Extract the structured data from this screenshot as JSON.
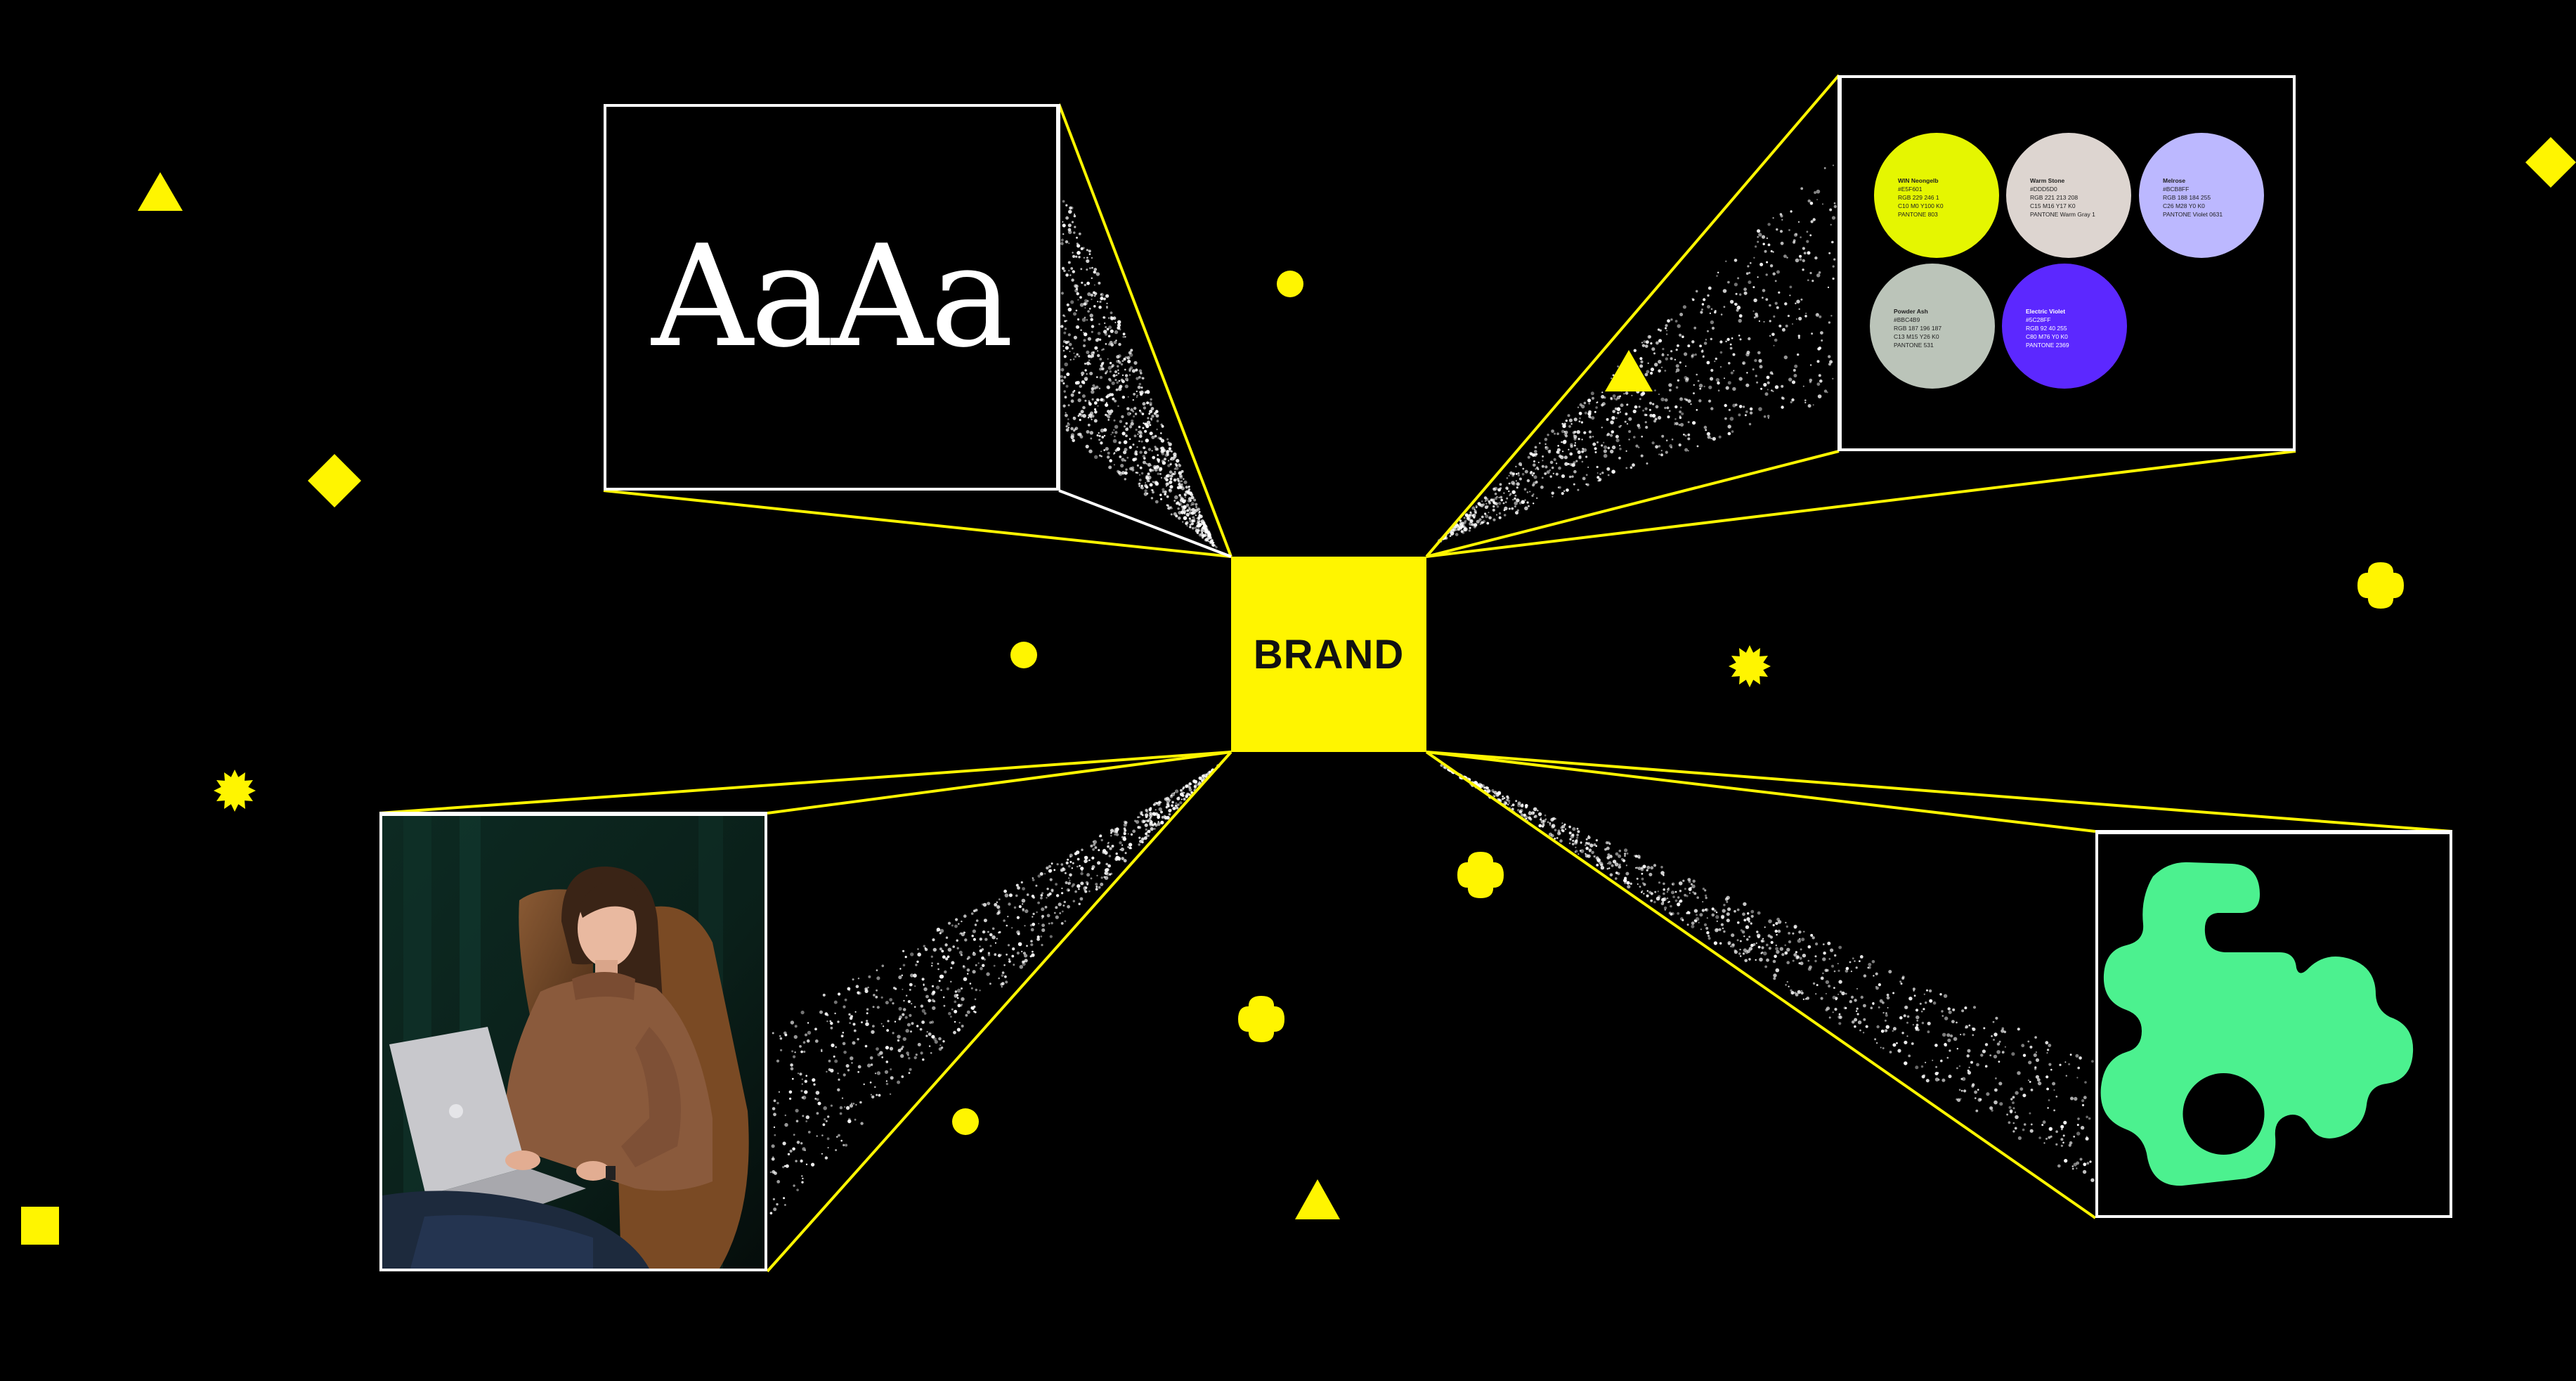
{
  "brand": {
    "label": "BRAND"
  },
  "typography": {
    "sample": "AaAa"
  },
  "palette": {
    "swatches": [
      {
        "name": "WIN Neongelb",
        "lines": [
          "#E5F601",
          "RGB 229 246 1",
          "C10 M0 Y100 K0",
          "PANTONE 803"
        ],
        "color": "#E5F601",
        "text_color": "#222222"
      },
      {
        "name": "Warm Stone",
        "lines": [
          "#DDD5D0",
          "RGB 221 213 208",
          "C15 M16 Y17 K0",
          "PANTONE Warm Gray 1"
        ],
        "color": "#DDD5D0",
        "text_color": "#222222"
      },
      {
        "name": "Melrose",
        "lines": [
          "#BCB8FF",
          "RGB 188 184 255",
          "C26 M28 Y0 K0",
          "PANTONE Violet 0631"
        ],
        "color": "#BCB8FF",
        "text_color": "#222222"
      },
      {
        "name": "Powder Ash",
        "lines": [
          "#BBC4B9",
          "RGB 187 196 187",
          "C13 M15 Y26 K0",
          "PANTONE 531"
        ],
        "color": "#BBC4B9",
        "text_color": "#222222"
      },
      {
        "name": "Electric Violet",
        "lines": [
          "#5C28FF",
          "RGB 92 40 255",
          "C80 M76 Y0 K0",
          "PANTONE 2369"
        ],
        "color": "#5C28FF",
        "text_color": "#FFFFFF"
      }
    ]
  },
  "colors": {
    "accent_yellow": "#FFF500",
    "outline_white": "#FFFFFF",
    "background": "#000000",
    "mint_green": "#4CF18F"
  },
  "icons": {
    "photo": "woman-with-laptop-photo",
    "shape": "green-blob-logo-shape",
    "decor": [
      "triangle",
      "diamond",
      "dot",
      "starburst",
      "square",
      "quatrefoil"
    ]
  }
}
